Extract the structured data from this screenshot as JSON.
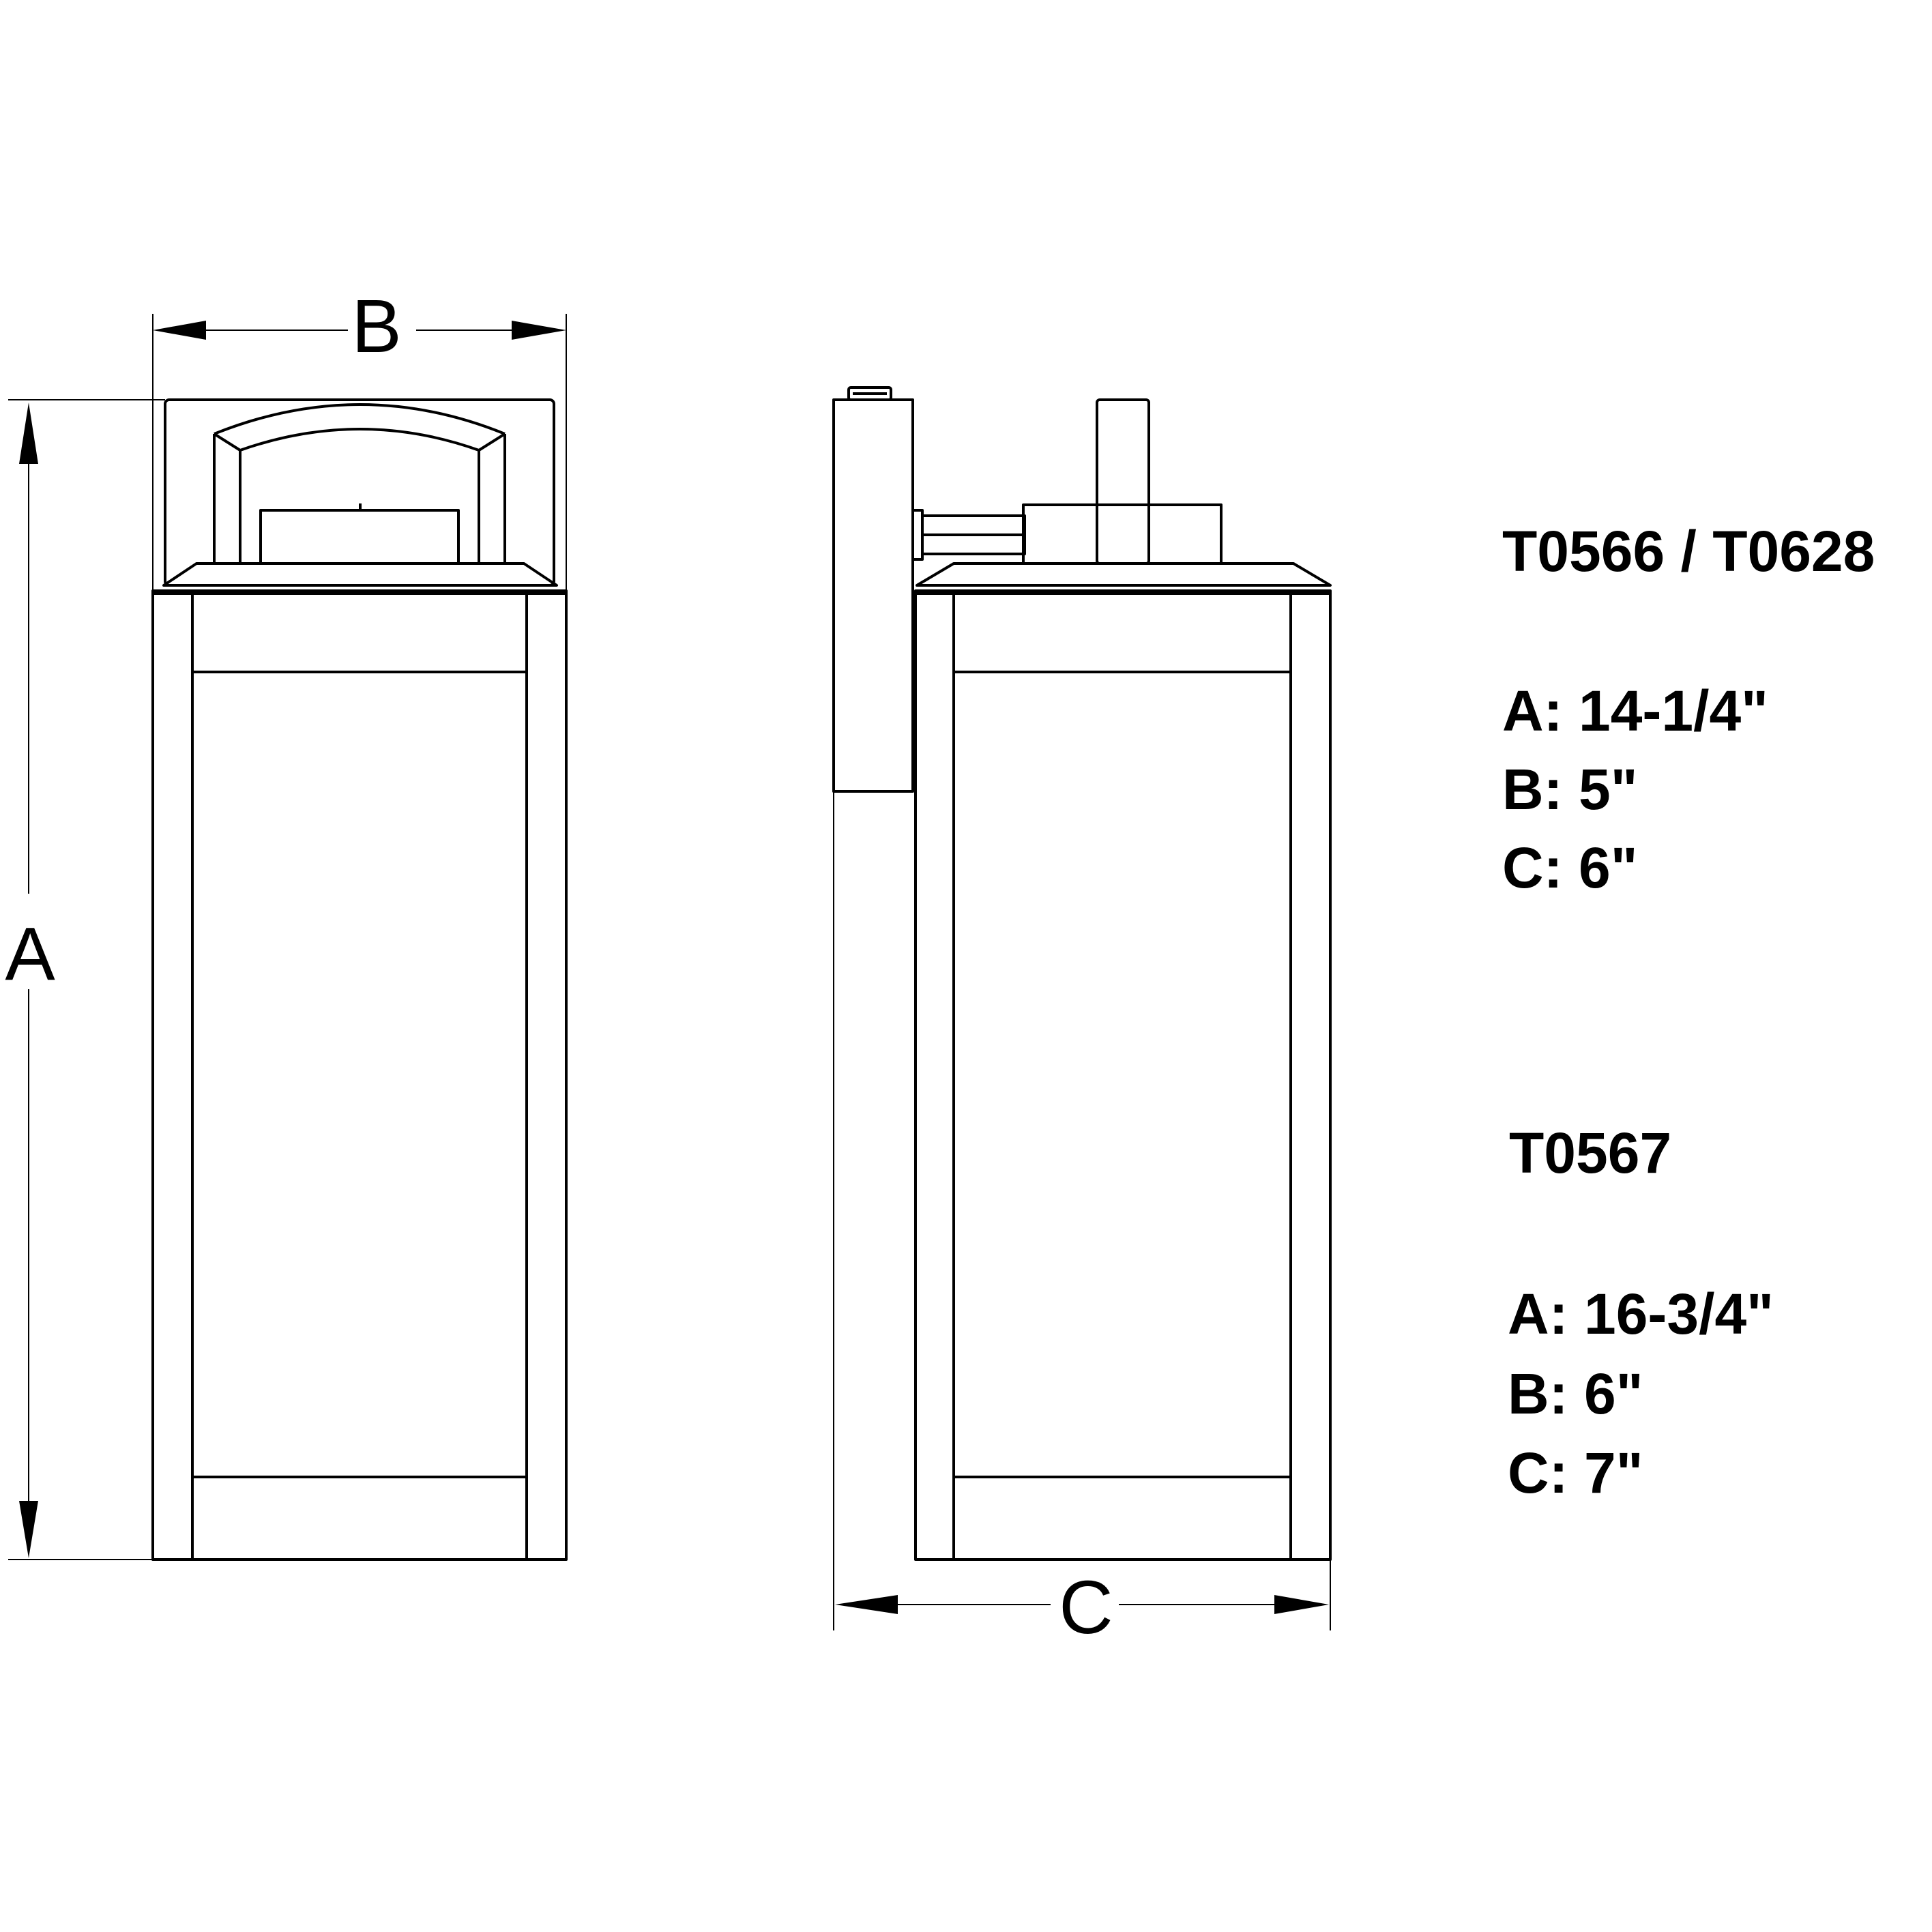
{
  "colors": {
    "line": "#000000",
    "background": "#ffffff"
  },
  "dimension_labels": {
    "a": "A",
    "b": "B",
    "c": "C"
  },
  "models": [
    {
      "title": "T0566 / T0628",
      "specs": [
        {
          "key": "A:",
          "value": "14-1/4\""
        },
        {
          "key": "B:",
          "value": "5\""
        },
        {
          "key": "C:",
          "value": "6\""
        }
      ]
    },
    {
      "title": "T0567",
      "specs": [
        {
          "key": "A:",
          "value": "16-3/4\""
        },
        {
          "key": "B:",
          "value": "6\""
        },
        {
          "key": "C:",
          "value": "7\""
        }
      ]
    }
  ]
}
